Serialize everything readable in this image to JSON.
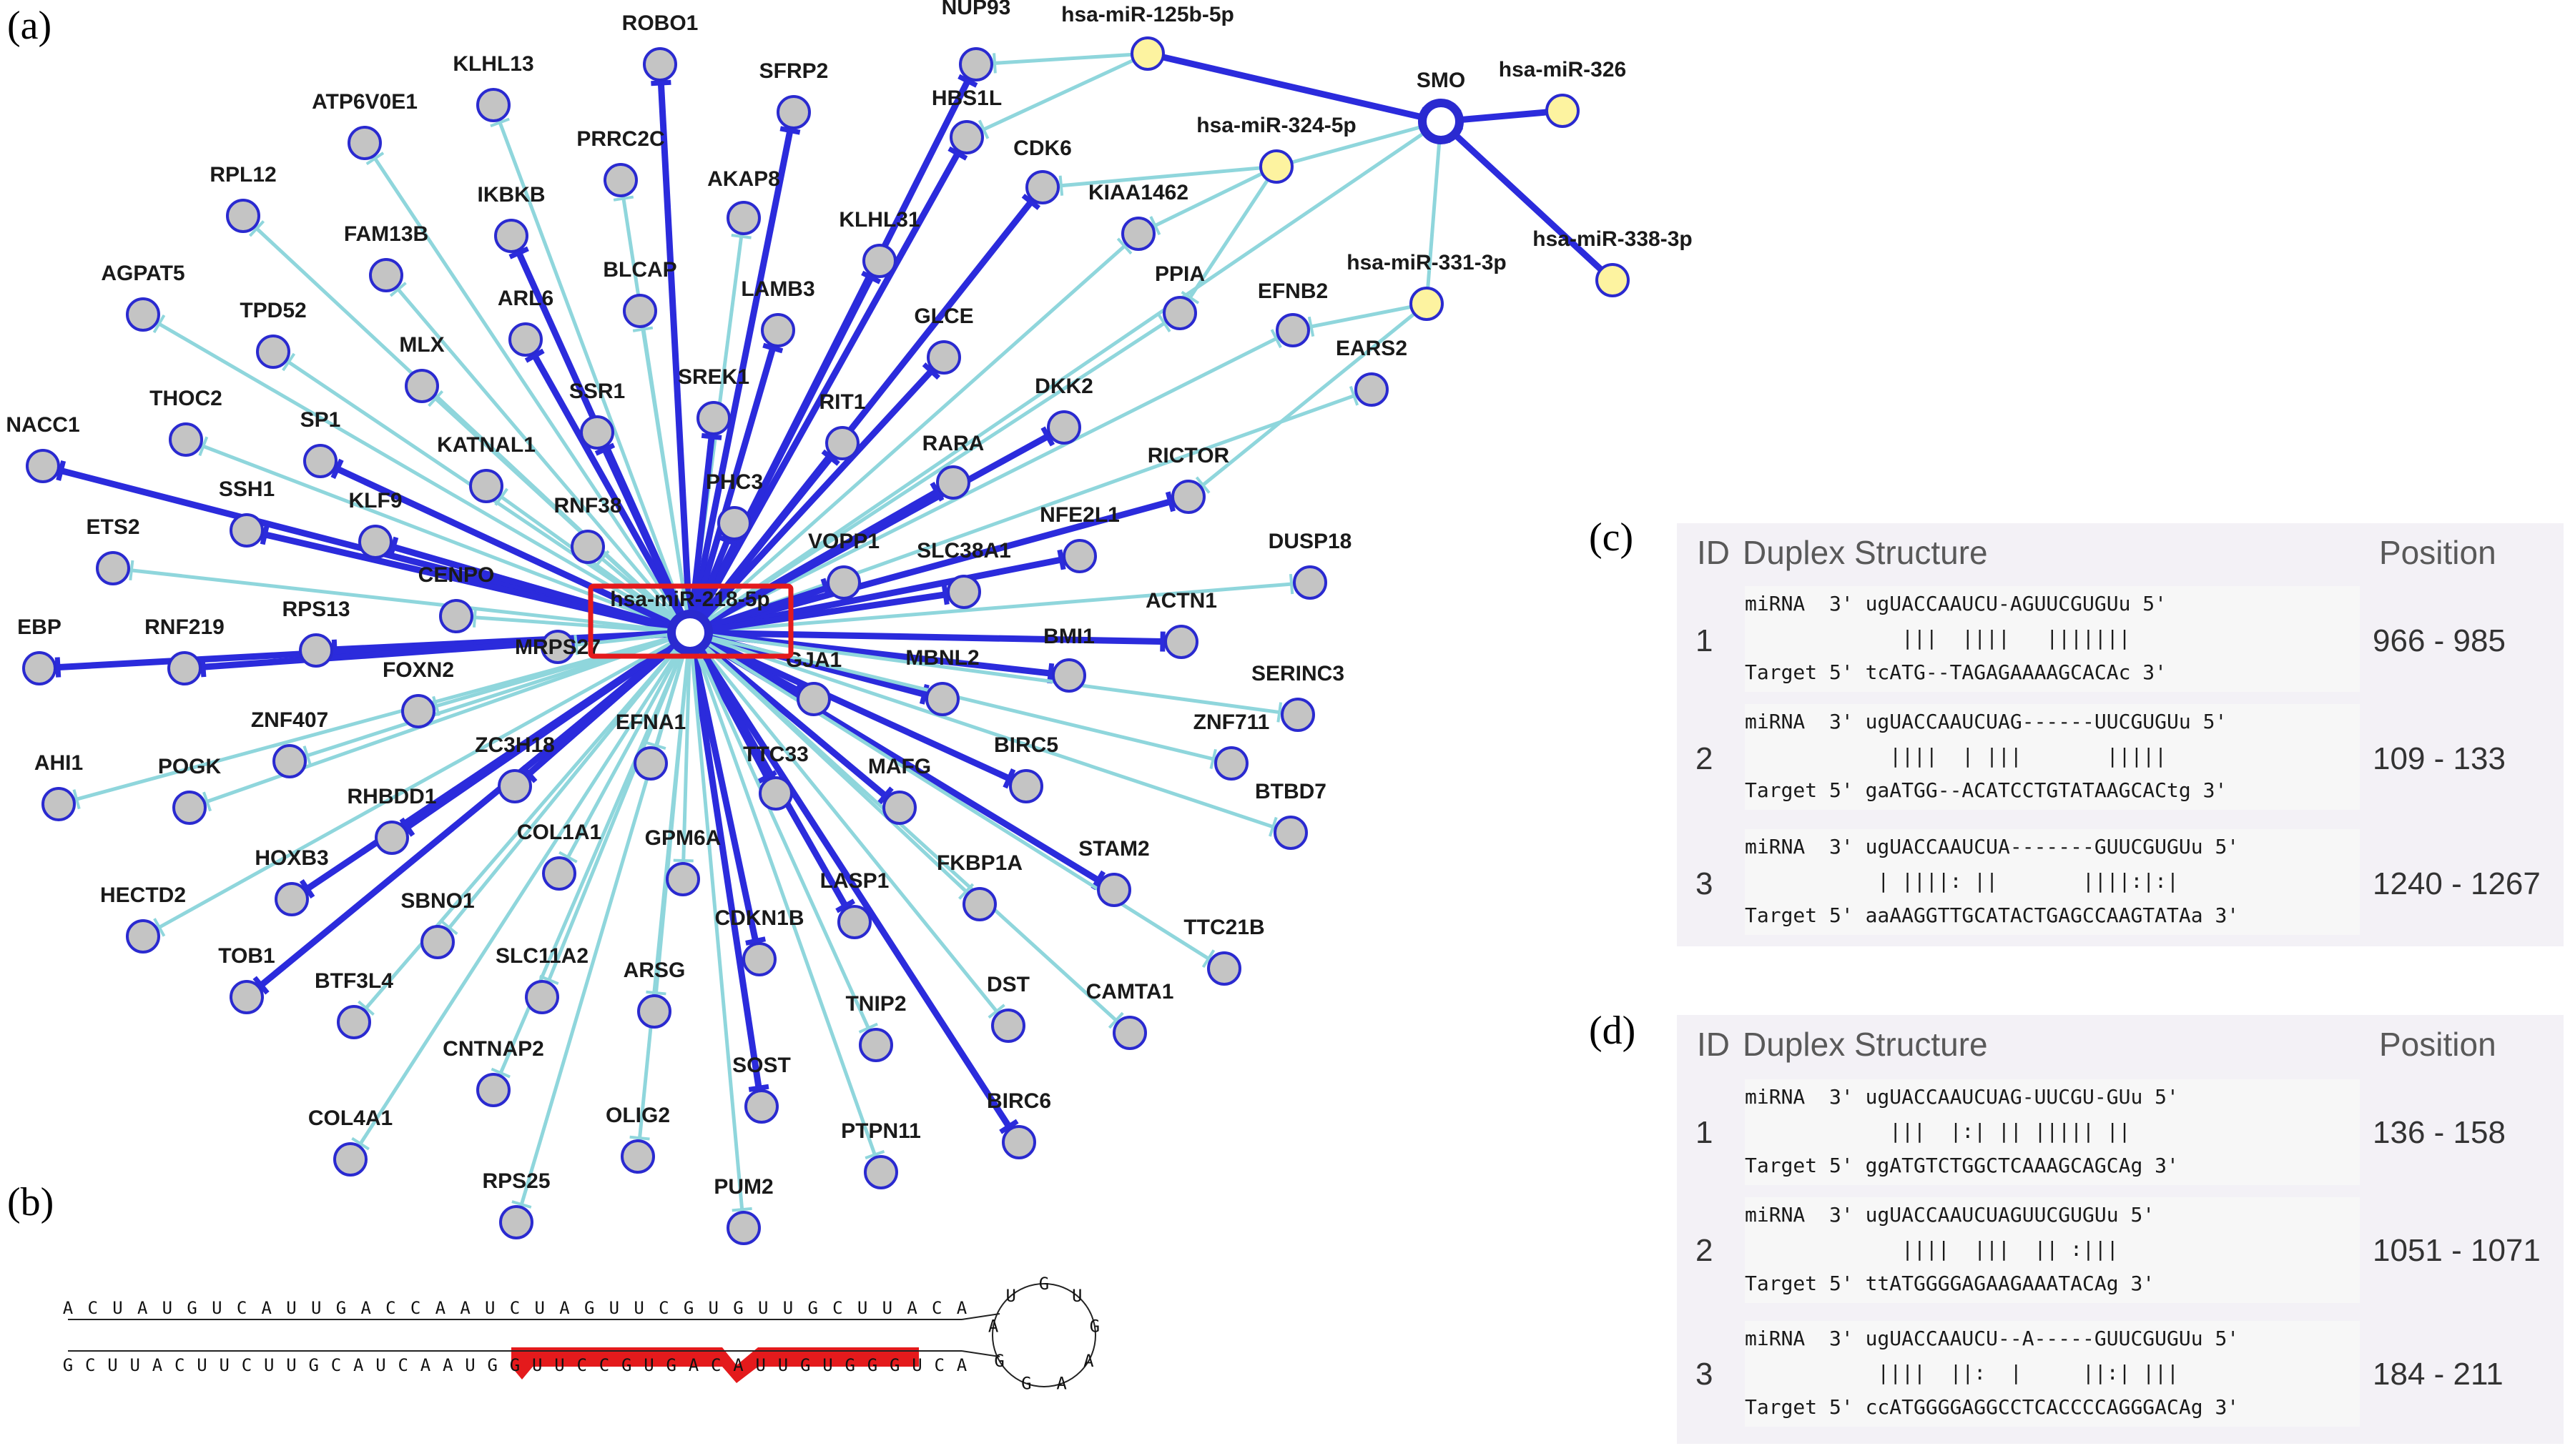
{
  "panels": {
    "a": "(a)",
    "b": "(b)",
    "c": "(c)",
    "d": "(d)"
  },
  "colors": {
    "strong_edge": "#2b2bdc",
    "weak_edge": "#8fd6dc",
    "gene_fill": "#c4c4c4",
    "gene_stroke": "#2a2ad0",
    "mirna_fill": "#fdf3a0",
    "highlight": "#e41a1c"
  },
  "network": {
    "hub": "hsa-miR-218-5p",
    "hub2": "SMO",
    "mirnas": [
      "hsa-miR-125b-5p",
      "hsa-miR-326",
      "hsa-miR-324-5p",
      "hsa-miR-331-3p",
      "hsa-miR-338-3p"
    ],
    "genes": [
      "ROBO1",
      "NUP93",
      "KLHL13",
      "SFRP2",
      "HBS1L",
      "ATP6V0E1",
      "PRRC2C",
      "AKAP8",
      "CDK6",
      "RPL12",
      "IKBKB",
      "KLHL31",
      "KIAA1462",
      "FAM13B",
      "BLCAP",
      "AGPAT5",
      "ARL6",
      "LAMB3",
      "GLCE",
      "PPIA",
      "TPD52",
      "EFNB2",
      "MLX",
      "SSR1",
      "SREK1",
      "EARS2",
      "RIT1",
      "DKK2",
      "THOC2",
      "SP1",
      "NACC1",
      "KATNAL1",
      "RARA",
      "RICTOR",
      "PHC3",
      "SSH1",
      "KLF9",
      "RNF38",
      "NFE2L1",
      "ETS2",
      "VOPP1",
      "DUSP18",
      "SLC38A1",
      "CENPO",
      "ACTN1",
      "RPS13",
      "EBP",
      "RNF219",
      "MRPS27",
      "BMI1",
      "SERINC3",
      "FOXN2",
      "GJA1",
      "MBNL2",
      "ZNF407",
      "ZNF711",
      "AHI1",
      "POGK",
      "ZC3H18",
      "EFNA1",
      "TTC33",
      "BIRC5",
      "RHBDD1",
      "MAFG",
      "BTBD7",
      "HOXB3",
      "COL1A1",
      "GPM6A",
      "STAM2",
      "FKBP1A",
      "HECTD2",
      "SBNO1",
      "LASP1",
      "TTC21B",
      "CDKN1B",
      "TOB1",
      "BTF3L4",
      "SLC11A2",
      "ARSG",
      "DST",
      "CAMTA1",
      "TNIP2",
      "CNTNAP2",
      "SOST",
      "COL4A1",
      "OLIG2",
      "BIRC6",
      "PTPN11",
      "RPS25",
      "PUM2"
    ]
  },
  "duplex_c": {
    "header": {
      "id": "ID",
      "structure": "Duplex Structure",
      "position": "Position"
    },
    "rows": [
      {
        "id": "1",
        "mirna": "miRNA  3' ugUACCAAUCU-AGUUCGUGUu 5'",
        "pairs": "             |||  ||||   |||||||",
        "target": "Target 5' tcATG--TAGAGAAAAGCACAc 3'",
        "position": "966 - 985"
      },
      {
        "id": "2",
        "mirna": "miRNA  3' ugUACCAAUCUAG------UUCGUGUu 5'",
        "pairs": "            ||||  | |||       |||||",
        "target": "Target 5' gaATGG--ACATCCTGTATAAGCACtg 3'",
        "position": "109 - 133"
      },
      {
        "id": "3",
        "mirna": "miRNA  3' ugUACCAAUCUA-------GUUCGUGUu 5'",
        "pairs": "           | ||||: ||       ||||:|:|",
        "target": "Target 5' aaAAGGTTGCATACTGAGCCAAGTATAa 3'",
        "position": "1240 - 1267"
      }
    ]
  },
  "duplex_d": {
    "header": {
      "id": "ID",
      "structure": "Duplex Structure",
      "position": "Position"
    },
    "rows": [
      {
        "id": "1",
        "mirna": "miRNA  3' ugUACCAAUCUAG-UUCGU-GUu 5'",
        "pairs": "            |||  |:| || ||||| ||",
        "target": "Target 5' ggATGTCTGGCTCAAAGCAGCAg 3'",
        "position": "136 - 158"
      },
      {
        "id": "2",
        "mirna": "miRNA  3' ugUACCAAUCUAGUUCGUGUu 5'",
        "pairs": "             ||||  |||  || :|||",
        "target": "Target 5' ttATGGGGAGAAGAAATACAg 3'",
        "position": "1051 - 1071"
      },
      {
        "id": "3",
        "mirna": "miRNA  3' ugUACCAAUCU--A-----GUUCGUGUu 5'",
        "pairs": "           ||||  ||:  |     ||:| |||",
        "target": "Target 5' ccATGGGGAGGCCTCACCCCAGGGACAg 3'",
        "position": "184 - 211"
      }
    ]
  },
  "structure_b": {
    "top": "ACUAUGUCAUUGACCAAUCUAGUUCGUGUUGCUUACA",
    "bottom": "GCUUACUUCUUGCAUCAAUGGUUCCGUGACAUUGUGGGUCA",
    "loop": "GUGAAGGAU"
  }
}
